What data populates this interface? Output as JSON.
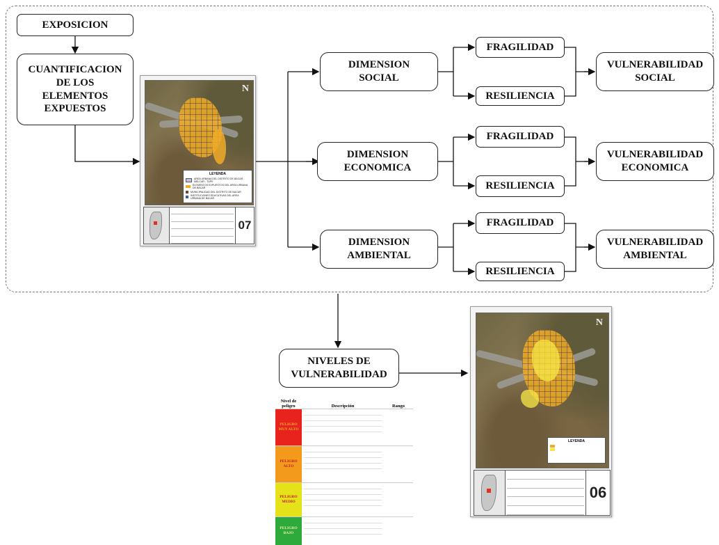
{
  "nodes": {
    "exposicion": "EXPOSICION",
    "cuantificacion": "CUANTIFICACION\nDE LOS\nELEMENTOS\nEXPUESTOS",
    "dim_social": "DIMENSION\nSOCIAL",
    "dim_economica": "DIMENSION\nECONOMICA",
    "dim_ambiental": "DIMENSION\nAMBIENTAL",
    "fragilidad": "FRAGILIDAD",
    "resiliencia": "RESILIENCIA",
    "vul_social": "VULNERABILIDAD\nSOCIAL",
    "vul_economica": "VULNERABILIDAD\nECONOMICA",
    "vul_ambiental": "VULNERABILIDAD\nAMBIENTAL",
    "niveles": "NIVELES DE\nVULNERABILIDAD"
  },
  "map1": {
    "legend_title": "LEYENDA",
    "legend_items": [
      "AREA URBANA DEL DISTRITO DE BACAR - MELCAR - TUPE",
      "ELEMENTOS EXPUESTOS DEL AREA URBANA DE BACAR",
      "MUNICIPALIDAD DEL DISTRITO DE BACAR",
      "INSTITUCIONES EDUCATIVAS DEL AREA URBANA DE BACAR"
    ],
    "map_number": "07"
  },
  "map2": {
    "legend_title": "LEYENDA",
    "map_number": "06"
  },
  "table": {
    "headers": [
      "Nivel de peligro",
      "Descripción",
      "Rango"
    ],
    "rows": [
      {
        "level": "PELIGRO\nMUY ALTO",
        "color": "#e8231e"
      },
      {
        "level": "PELIGRO\nALTO",
        "color": "#f39a1c"
      },
      {
        "level": "PELIGRO\nMEDIO",
        "color": "#e6e21a"
      },
      {
        "level": "PELIGRO\nBAJO",
        "color": "#2eaa3c"
      }
    ]
  }
}
